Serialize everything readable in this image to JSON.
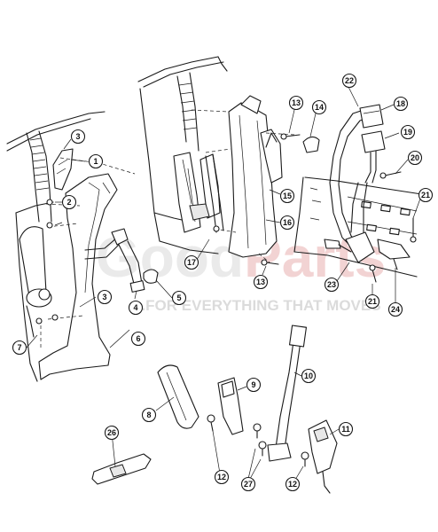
{
  "watermark": {
    "logo": "GoodParts",
    "tagline": "...FOR EVERYTHING THAT MOVES"
  },
  "callouts": [
    {
      "id": "c1",
      "label": "1"
    },
    {
      "id": "c2",
      "label": "2"
    },
    {
      "id": "c3a",
      "label": "3"
    },
    {
      "id": "c3b",
      "label": "3"
    },
    {
      "id": "c4",
      "label": "4"
    },
    {
      "id": "c5",
      "label": "5"
    },
    {
      "id": "c6",
      "label": "6"
    },
    {
      "id": "c7",
      "label": "7"
    },
    {
      "id": "c8",
      "label": "8"
    },
    {
      "id": "c9",
      "label": "9"
    },
    {
      "id": "c10",
      "label": "10"
    },
    {
      "id": "c11",
      "label": "11"
    },
    {
      "id": "c12a",
      "label": "12"
    },
    {
      "id": "c12b",
      "label": "12"
    },
    {
      "id": "c13a",
      "label": "13"
    },
    {
      "id": "c13b",
      "label": "13"
    },
    {
      "id": "c14",
      "label": "14"
    },
    {
      "id": "c15",
      "label": "15"
    },
    {
      "id": "c16",
      "label": "16"
    },
    {
      "id": "c17",
      "label": "17"
    },
    {
      "id": "c18",
      "label": "18"
    },
    {
      "id": "c19",
      "label": "19"
    },
    {
      "id": "c20",
      "label": "20"
    },
    {
      "id": "c21a",
      "label": "21"
    },
    {
      "id": "c21b",
      "label": "21"
    },
    {
      "id": "c22",
      "label": "22"
    },
    {
      "id": "c23",
      "label": "23"
    },
    {
      "id": "c24",
      "label": "24"
    },
    {
      "id": "c26",
      "label": "26"
    },
    {
      "id": "c27",
      "label": "27"
    }
  ]
}
